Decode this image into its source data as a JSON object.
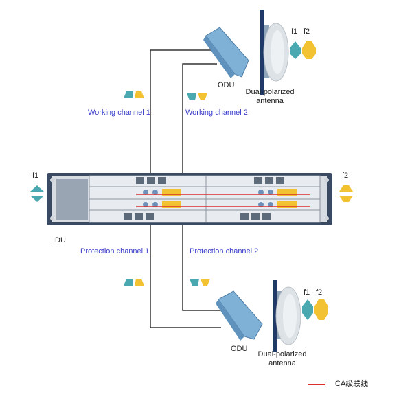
{
  "labels": {
    "f1_left": "f1",
    "f2_right": "f2",
    "idu": "IDU",
    "odu_top": "ODU",
    "odu_bottom": "ODU",
    "antenna_top_line1": "Dual-polarized",
    "antenna_top_line2": "antenna",
    "antenna_bottom_line1": "Dual-polarized",
    "antenna_bottom_line2": "antenna",
    "f1_top": "f1",
    "f2_top": "f2",
    "f1_bottom": "f1",
    "f2_bottom": "f2",
    "working_channel_1": "Working channel 1",
    "working_channel_2": "Working channel 2",
    "protection_channel_1": "Protection channel 1",
    "protection_channel_2": "Protection channel 2",
    "legend_ca": "CA级联线"
  },
  "colors": {
    "teal": "#4aa8b0",
    "yellow": "#f2c233",
    "channel_text": "#3a3ec9",
    "ca_line": "#d9302b",
    "cable": "#333333",
    "odu_blue": "#7fb0d6",
    "mast": "#1f3a66"
  },
  "icons": {
    "channel_markers": "polarization-icon",
    "antenna": "dish-antenna-icon",
    "odu": "odu-unit-icon",
    "idu": "idu-chassis-icon"
  }
}
